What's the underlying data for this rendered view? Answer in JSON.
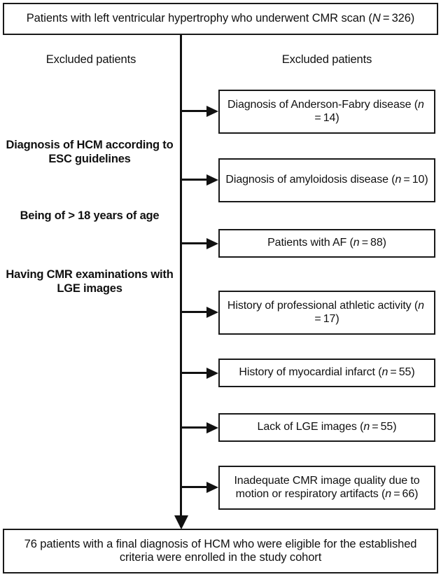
{
  "figure": {
    "type": "flowchart",
    "title": "Patient selection flow diagram",
    "colors": {
      "border": "#1a1a1a",
      "text": "#111111",
      "background": "#ffffff",
      "connector": "#111111"
    }
  },
  "top_box": {
    "text": "Patients with left ventricular hypertrophy who underwent CMR scan (N = 326)",
    "total_n": 326,
    "n_symbol": "N"
  },
  "columns": {
    "left_heading": "Excluded patients",
    "right_heading": "Excluded patients"
  },
  "inclusion_criteria": [
    {
      "text": "Diagnosis of HCM according to ESC guidelines"
    },
    {
      "text": "Being of > 18 years of age"
    },
    {
      "text": "Having CMR examinations with LGE images"
    }
  ],
  "exclusions": [
    {
      "label": "Diagnosis of Anderson-Fabry disease (n = 14)",
      "reason": "Diagnosis of Anderson-Fabry disease",
      "n": 14,
      "lines": 2
    },
    {
      "label": "Diagnosis of amyloidosis disease (n = 10)",
      "reason": "Diagnosis of amyloidosis disease",
      "n": 10,
      "lines": 2
    },
    {
      "label": "Patients with AF (n = 88)",
      "reason": "Patients with AF",
      "n": 88,
      "lines": 1
    },
    {
      "label": "History of professional athletic activity (n = 17)",
      "reason": "History of professional athletic activity",
      "n": 17,
      "lines": 2
    },
    {
      "label": "History of myocardial infarct (n = 55)",
      "reason": "History of myocardial infarct",
      "n": 55,
      "lines": 1
    },
    {
      "label": "Lack of LGE images (n = 55)",
      "reason": "Lack of LGE images",
      "n": 55,
      "lines": 1
    },
    {
      "label": "Inadequate CMR image quality due to motion or respiratory artifacts (n = 66)",
      "reason": "Inadequate CMR image quality due to motion or respiratory artifacts",
      "n": 66,
      "lines": 2
    }
  ],
  "bottom_box": {
    "text": "76 patients with a final diagnosis of HCM who were eligible for the established criteria were enrolled in the study cohort",
    "final_n": 76
  }
}
